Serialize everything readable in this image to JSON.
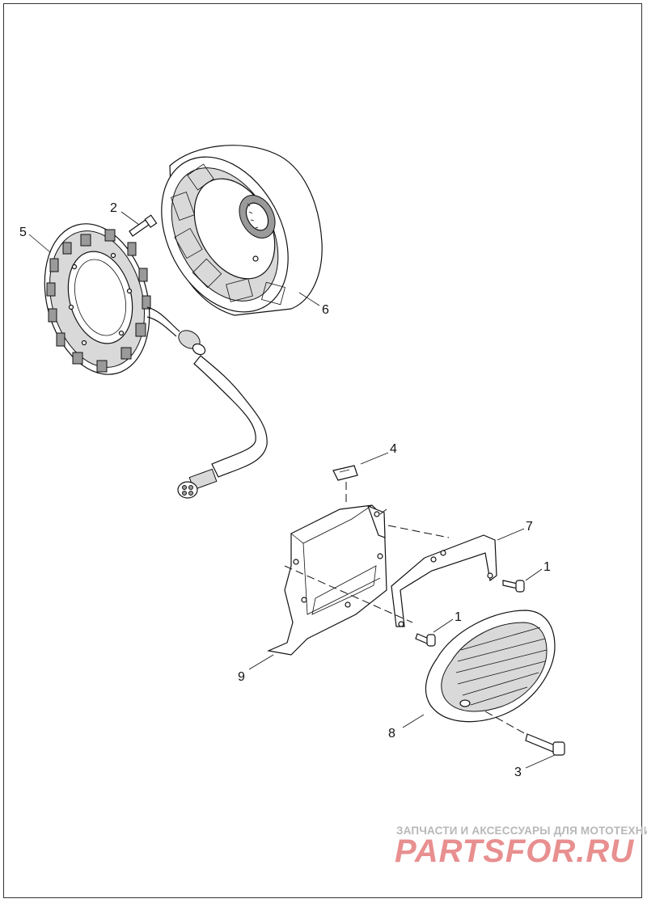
{
  "callouts": [
    {
      "id": "1a",
      "label": "1"
    },
    {
      "id": "1b",
      "label": "1"
    },
    {
      "id": "2",
      "label": "2"
    },
    {
      "id": "3",
      "label": "3"
    },
    {
      "id": "4",
      "label": "4"
    },
    {
      "id": "5",
      "label": "5"
    },
    {
      "id": "6",
      "label": "6"
    },
    {
      "id": "7",
      "label": "7"
    },
    {
      "id": "8",
      "label": "8"
    },
    {
      "id": "9",
      "label": "9"
    }
  ],
  "watermark": {
    "tagline": "ЗАПЧАСТИ И АКСЕССУАРЫ ДЛЯ МОТОТЕХНИКИ",
    "logo": "PARTSFOR.RU"
  },
  "colors": {
    "line": "#111111",
    "watermark_logo": "#e88f8f",
    "watermark_text": "#b8b8b8"
  }
}
